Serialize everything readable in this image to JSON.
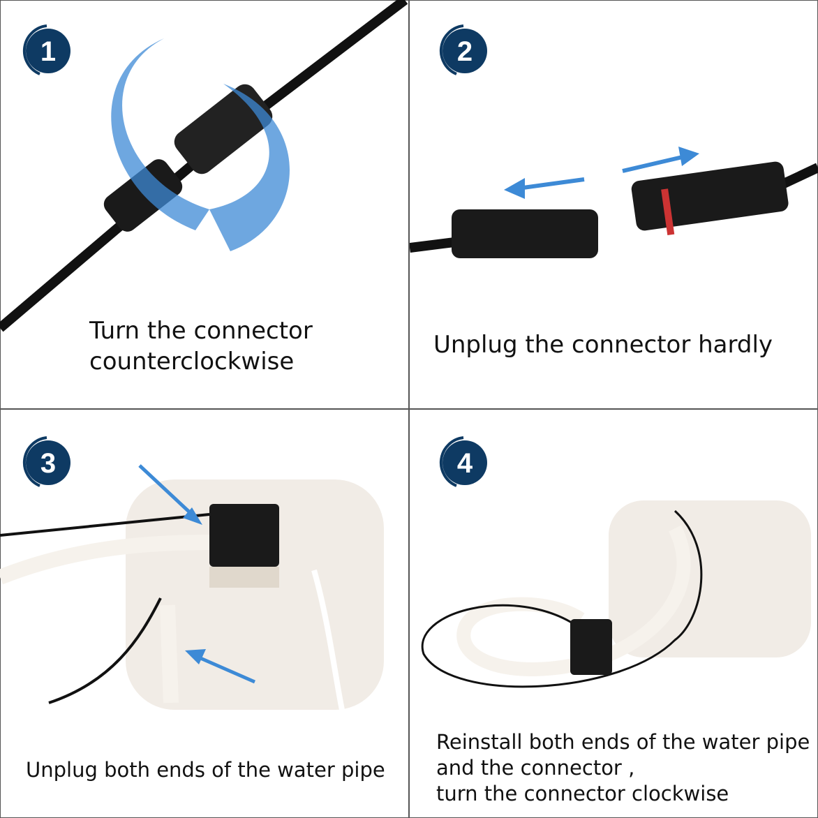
{
  "colors": {
    "badge": "#0e3a63",
    "arrow": "#3d8ad6",
    "cable": "#111111",
    "border": "#555555"
  },
  "steps": [
    {
      "number": "1",
      "caption": "Turn the connector\ncounterclockwise"
    },
    {
      "number": "2",
      "caption": "Unplug the connector hardly"
    },
    {
      "number": "3",
      "caption": "Unplug both ends of the water pipe"
    },
    {
      "number": "4",
      "caption": "Reinstall both ends of the water pipe\nand the connector ,\nturn the connector clockwise"
    }
  ]
}
